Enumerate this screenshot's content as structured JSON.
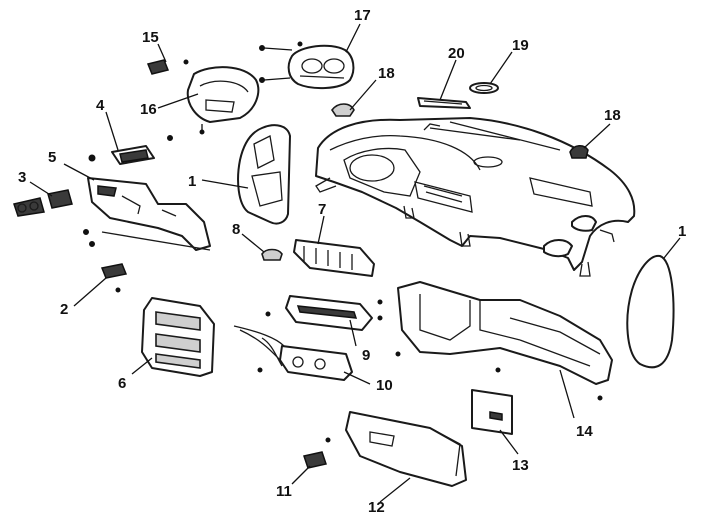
{
  "callouts": [
    {
      "id": "c15",
      "label": "15"
    },
    {
      "id": "c17",
      "label": "17"
    },
    {
      "id": "c16",
      "label": "16"
    },
    {
      "id": "c18a",
      "label": "18"
    },
    {
      "id": "c20",
      "label": "20"
    },
    {
      "id": "c19",
      "label": "19"
    },
    {
      "id": "c18b",
      "label": "18"
    },
    {
      "id": "c4",
      "label": "4"
    },
    {
      "id": "c5",
      "label": "5"
    },
    {
      "id": "c1a",
      "label": "1"
    },
    {
      "id": "c3",
      "label": "3"
    },
    {
      "id": "c7",
      "label": "7"
    },
    {
      "id": "c8",
      "label": "8"
    },
    {
      "id": "c1b",
      "label": "1"
    },
    {
      "id": "c2",
      "label": "2"
    },
    {
      "id": "c6",
      "label": "6"
    },
    {
      "id": "c9",
      "label": "9"
    },
    {
      "id": "c10",
      "label": "10"
    },
    {
      "id": "c14",
      "label": "14"
    },
    {
      "id": "c13",
      "label": "13"
    },
    {
      "id": "c11",
      "label": "11"
    },
    {
      "id": "c12",
      "label": "12"
    }
  ]
}
